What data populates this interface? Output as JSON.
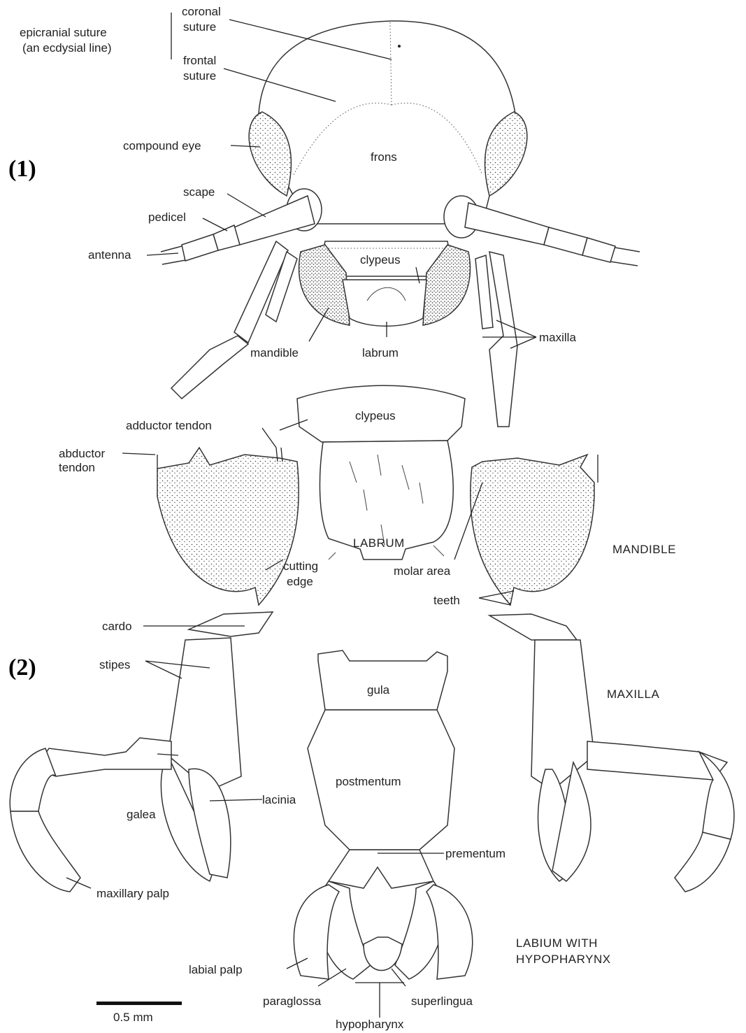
{
  "panels": {
    "p1": "(1)",
    "p2": "(2)"
  },
  "labels": {
    "epicranial": "epicranial suture",
    "epicranial2": "(an ecdysial line)",
    "coronal": "coronal",
    "coronal2": "suture",
    "frontal": "frontal",
    "frontal2": "suture",
    "compound_eye": "compound eye",
    "frons": "frons",
    "scape": "scape",
    "pedicel": "pedicel",
    "antenna": "antenna",
    "clypeus_top": "clypeus",
    "mandible": "mandible",
    "labrum": "labrum",
    "maxilla": "maxilla",
    "clypeus_mid": "clypeus",
    "adductor": "adductor tendon",
    "abductor": "abductor",
    "abductor2": "tendon",
    "cutting": "cutting",
    "cutting2": "edge",
    "molar": "molar area",
    "teeth": "teeth",
    "cardo": "cardo",
    "stipes": "stipes",
    "gula": "gula",
    "postmentum": "postmentum",
    "lacinia": "lacinia",
    "galea": "galea",
    "maxillary_palp": "maxillary palp",
    "prementum": "prementum",
    "labial_palp": "labial palp",
    "paraglossa": "paraglossa",
    "superlingua": "superlingua",
    "hypopharynx": "hypopharynx",
    "scale": "0.5 mm"
  },
  "captions": {
    "labrum": "LABRUM",
    "mandible": "MANDIBLE",
    "maxilla": "MAXILLA",
    "labium": "LABIUM WITH",
    "labium2": "HYPOPHARYNX"
  }
}
